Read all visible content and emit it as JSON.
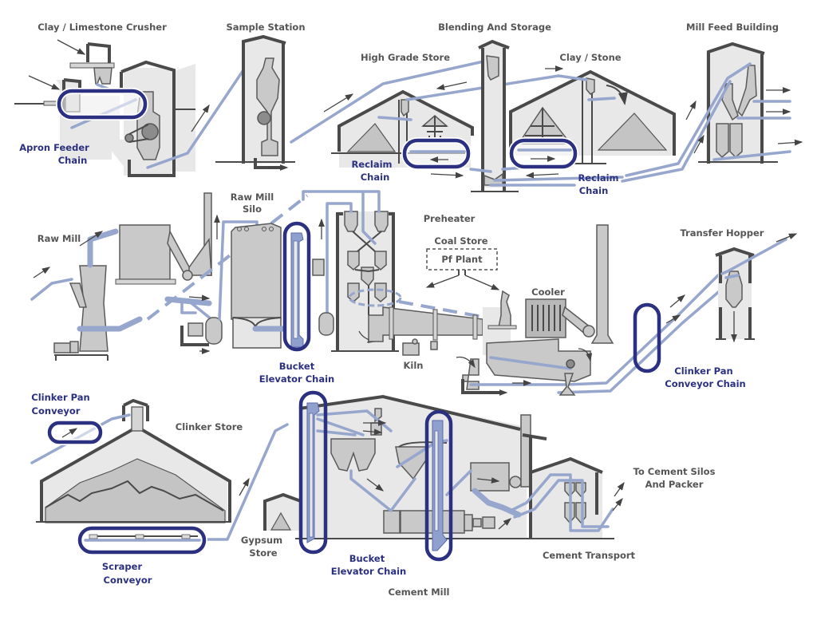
{
  "diagram": {
    "type": "cement plant process flow",
    "colors": {
      "chain_highlight": "#2b3080",
      "conveyor_line": "#97a6cc",
      "building_fill": "#e8e8e8",
      "machinery_fill": "#c9c9c9",
      "outline": "#4a4a4a",
      "label_text": "#555555"
    },
    "areas": {
      "clay_crusher": "Clay / Limestone Crusher",
      "sample_station": "Sample Station",
      "blending_storage": "Blending And Storage",
      "high_grade_store": "High Grade Store",
      "clay_stone": "Clay / Stone",
      "mill_feed": "Mill Feed Building",
      "raw_mill": "Raw Mill",
      "raw_mill_silo_1": "Raw Mill",
      "raw_mill_silo_2": "Silo",
      "preheater": "Preheater",
      "coal_store": "Coal Store",
      "pf_plant": "Pf Plant",
      "cooler": "Cooler",
      "kiln": "Kiln",
      "transfer_hopper": "Transfer Hopper",
      "clinker_store": "Clinker Store",
      "gypsum_1": "Gypsum",
      "gypsum_2": "Store",
      "cement_mill": "Cement Mill",
      "to_silos_1": "To Cement Silos",
      "to_silos_2": "And Packer",
      "cement_transport": "Cement Transport"
    },
    "chains": {
      "apron_1": "Apron Feeder",
      "apron_2": "Chain",
      "reclaim_a_1": "Reclaim",
      "reclaim_a_2": "Chain",
      "reclaim_b_1": "Reclaim",
      "reclaim_b_2": "Chain",
      "bucket_a_1": "Bucket",
      "bucket_a_2": "Elevator Chain",
      "clinker_pan_chain_1": "Clinker Pan",
      "clinker_pan_chain_2": "Conveyor Chain",
      "clinker_pan_1": "Clinker Pan",
      "clinker_pan_2": "Conveyor",
      "scraper_1": "Scraper",
      "scraper_2": "Conveyor",
      "bucket_b_1": "Bucket",
      "bucket_b_2": "Elevator Chain"
    }
  }
}
